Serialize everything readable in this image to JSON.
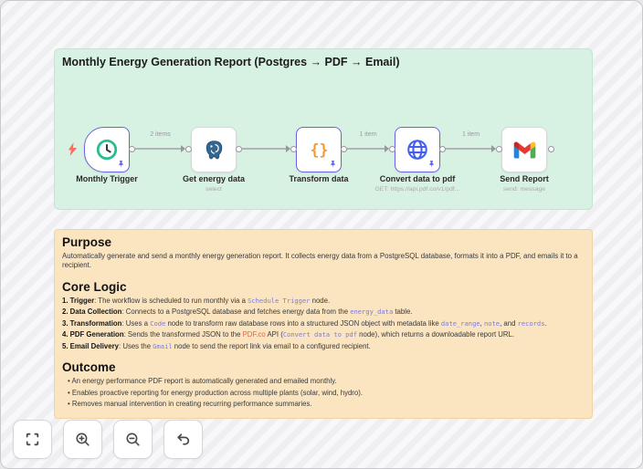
{
  "workflow": {
    "title": "Monthly Energy Generation Report (Postgres → PDF → Email)",
    "nodes": [
      {
        "name": "Monthly Trigger",
        "subtitle": "",
        "icon": "clock-icon",
        "pinned": true,
        "trigger": true
      },
      {
        "name": "Get energy data",
        "subtitle": "select",
        "icon": "postgres-icon",
        "pinned": false,
        "trigger": false
      },
      {
        "name": "Transform data",
        "subtitle": "",
        "icon": "code-braces-icon",
        "pinned": true,
        "trigger": false
      },
      {
        "name": "Convert data to pdf",
        "subtitle": "GET: https://api.pdf.co/v1/pdf...",
        "icon": "globe-icon",
        "pinned": true,
        "trigger": false
      },
      {
        "name": "Send Report",
        "subtitle": "send: message",
        "icon": "gmail-icon",
        "pinned": false,
        "trigger": false
      }
    ],
    "edges": [
      {
        "label": "2 items"
      },
      {
        "label": ""
      },
      {
        "label": "1 item"
      },
      {
        "label": "1 item"
      }
    ]
  },
  "doc": {
    "sections": [
      {
        "heading": "Purpose",
        "paragraphs": [
          "Automatically generate and send a monthly energy generation report. It collects energy data from a PostgreSQL database, formats it into a PDF, and emails it to a recipient."
        ]
      },
      {
        "heading": "Core Logic",
        "list": {
          "style": "numbered",
          "items": [
            {
              "segments": [
                {
                  "k": "b",
                  "t": "1. Trigger"
                },
                {
                  "k": "t",
                  "t": ": The workflow is scheduled to run monthly via a "
                },
                {
                  "k": "c",
                  "t": "Schedule Trigger"
                },
                {
                  "k": "t",
                  "t": " node."
                }
              ]
            },
            {
              "segments": [
                {
                  "k": "b",
                  "t": "2. Data Collection"
                },
                {
                  "k": "t",
                  "t": ": Connects to a PostgreSQL database and fetches energy data from the "
                },
                {
                  "k": "c",
                  "t": "energy_data"
                },
                {
                  "k": "t",
                  "t": " table."
                }
              ]
            },
            {
              "segments": [
                {
                  "k": "b",
                  "t": "3. Transformation"
                },
                {
                  "k": "t",
                  "t": ": Uses a "
                },
                {
                  "k": "c",
                  "t": "Code"
                },
                {
                  "k": "t",
                  "t": " node to transform raw database rows into a structured JSON object with metadata like "
                },
                {
                  "k": "c",
                  "t": "date_range"
                },
                {
                  "k": "t",
                  "t": ", "
                },
                {
                  "k": "c",
                  "t": "note"
                },
                {
                  "k": "t",
                  "t": ", and "
                },
                {
                  "k": "c",
                  "t": "records"
                },
                {
                  "k": "t",
                  "t": "."
                }
              ]
            },
            {
              "segments": [
                {
                  "k": "b",
                  "t": "4. PDF Generation"
                },
                {
                  "k": "t",
                  "t": ": Sends the transformed JSON to the "
                },
                {
                  "k": "l",
                  "t": "PDF.co"
                },
                {
                  "k": "t",
                  "t": " API ("
                },
                {
                  "k": "c",
                  "t": "Convert data to pdf"
                },
                {
                  "k": "t",
                  "t": " node), which returns a downloadable report URL."
                }
              ]
            },
            {
              "segments": [
                {
                  "k": "b",
                  "t": "5. Email Delivery"
                },
                {
                  "k": "t",
                  "t": ": Uses the "
                },
                {
                  "k": "c",
                  "t": "Gmail"
                },
                {
                  "k": "t",
                  "t": " node to send the report link via email to a configured recipient."
                }
              ]
            }
          ]
        }
      },
      {
        "heading": "Outcome",
        "list": {
          "style": "bulleted",
          "items": [
            {
              "segments": [
                {
                  "k": "t",
                  "t": "An energy performance PDF report is automatically generated and emailed monthly."
                }
              ]
            },
            {
              "segments": [
                {
                  "k": "t",
                  "t": "Enables proactive reporting for energy production across multiple plants (solar, wind, hydro)."
                }
              ]
            },
            {
              "segments": [
                {
                  "k": "t",
                  "t": "Removes manual intervention in creating recurring performance summaries."
                }
              ]
            }
          ]
        }
      }
    ]
  },
  "toolbar": {
    "buttons": [
      {
        "name": "fit-view-button",
        "icon": "fit-view-icon"
      },
      {
        "name": "zoom-in-button",
        "icon": "zoom-in-icon"
      },
      {
        "name": "zoom-out-button",
        "icon": "zoom-out-icon"
      },
      {
        "name": "undo-button",
        "icon": "undo-icon"
      }
    ]
  },
  "colors": {
    "sticky_green_bg": "#d7f1e2",
    "sticky_orange_bg": "#fbe4c0",
    "node_pinned_border": "#6d63e2",
    "clock_green": "#2bbd8e",
    "braces_orange": "#f79a2e",
    "globe_blue": "#4361e8",
    "postgres_blue": "#336791",
    "inline_code_purple": "#7b7be0",
    "pdfco_link_orange": "#ef5f46",
    "edge_gray": "#b2b2b9",
    "lightning_orange": "#ff6d5a"
  }
}
